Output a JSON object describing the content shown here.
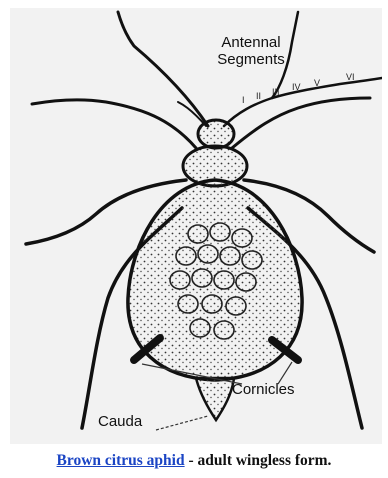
{
  "diagram": {
    "labels": {
      "antennal_segments": "Antennal\nSegments",
      "cornicles": "Cornicles",
      "cauda": "Cauda"
    },
    "segment_numerals": [
      "I",
      "II",
      "III",
      "IV",
      "V",
      "VI"
    ]
  },
  "caption": {
    "link_text": "Brown citrus aphid",
    "rest_text": " - adult wingless form."
  },
  "colors": {
    "link": "#1a44c4",
    "ink": "#111111",
    "paper": "#f2f2f2"
  }
}
